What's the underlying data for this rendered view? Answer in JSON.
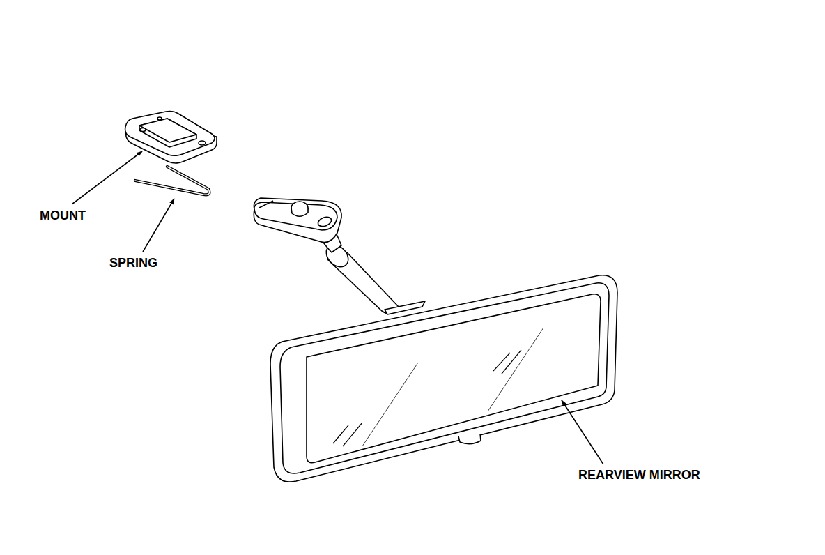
{
  "diagram": {
    "labels": [
      "MOUNT",
      "SPRING",
      "REARVIEW MIRROR"
    ]
  }
}
